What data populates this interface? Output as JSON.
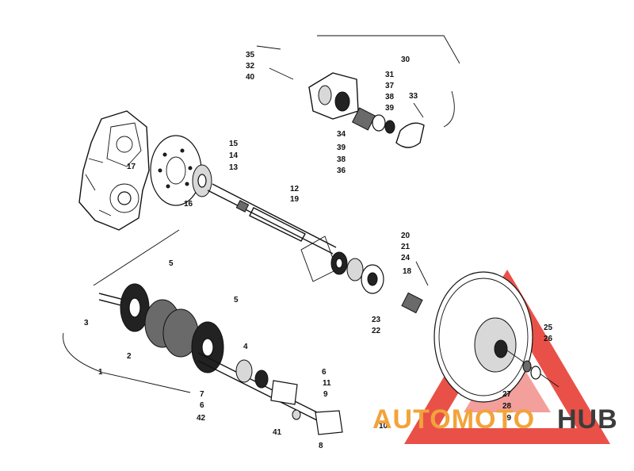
{
  "diagram": {
    "callouts": [
      "1",
      "2",
      "3",
      "4",
      "5",
      "5",
      "6",
      "6",
      "7",
      "8",
      "9",
      "10",
      "11",
      "12",
      "13",
      "14",
      "15",
      "16",
      "17",
      "18",
      "19",
      "20",
      "21",
      "22",
      "23",
      "24",
      "25",
      "26",
      "27",
      "28",
      "29",
      "30",
      "31",
      "32",
      "33",
      "34",
      "35",
      "36",
      "37",
      "38",
      "38",
      "39",
      "39",
      "40",
      "41",
      "42"
    ]
  },
  "watermark": {
    "text_part1": "AUTOMOTO",
    "text_part2": "HUB",
    "color_accent": "#e63329",
    "color_orange": "#f2a33a",
    "color_dark": "#3c3c3c"
  },
  "colors": {
    "ink": "#111111",
    "background": "#ffffff"
  }
}
